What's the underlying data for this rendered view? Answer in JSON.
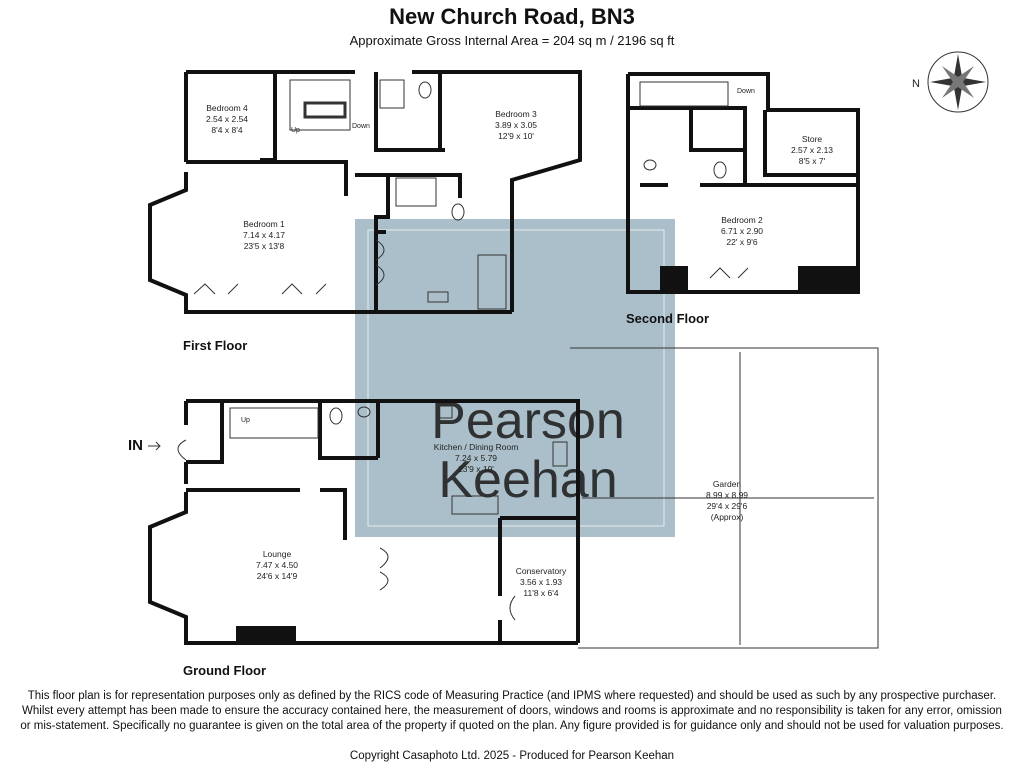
{
  "header": {
    "title": "New Church Road, BN3",
    "subtitle": "Approximate Gross Internal Area = 204 sq m / 2196 sq ft"
  },
  "compass": {
    "label": "N"
  },
  "entrance": {
    "label": "IN"
  },
  "watermark": {
    "line1": "Pearson",
    "line2": "Keehan",
    "color": "#8fa9b8"
  },
  "floors": {
    "first": "First Floor",
    "second": "Second Floor",
    "ground": "Ground Floor"
  },
  "stairs": {
    "up": "Up",
    "down": "Down"
  },
  "rooms": {
    "bedroom4": {
      "name": "Bedroom 4",
      "metric": "2.54 x 2.54",
      "imperial": "8'4 x 8'4"
    },
    "bedroom3": {
      "name": "Bedroom 3",
      "metric": "3.89 x 3.05",
      "imperial": "12'9 x 10'"
    },
    "bedroom1": {
      "name": "Bedroom 1",
      "metric": "7.14 x 4.17",
      "imperial": "23'5 x 13'8"
    },
    "store": {
      "name": "Store",
      "metric": "2.57 x 2.13",
      "imperial": "8'5 x 7'"
    },
    "bedroom2": {
      "name": "Bedroom 2",
      "metric": "6.71 x 2.90",
      "imperial": "22' x 9'6"
    },
    "kitchen": {
      "name": "Kitchen / Dining Room",
      "metric": "7.24 x 5.79",
      "imperial": "23'9 x 19'"
    },
    "lounge": {
      "name": "Lounge",
      "metric": "7.47 x 4.50",
      "imperial": "24'6 x 14'9"
    },
    "conservatory": {
      "name": "Conservatory",
      "metric": "3.56 x 1.93",
      "imperial": "11'8 x 6'4"
    },
    "garden": {
      "name": "Garden",
      "metric": "8.99 x 8.99",
      "imperial": "29'4 x 29'6",
      "note": "(Approx)"
    }
  },
  "footer": {
    "disclaimer": "This floor plan is for representation purposes only as defined by the RICS code of Measuring Practice (and IPMS where requested) and should be used as such by any prospective purchaser. Whilst every attempt has been made to ensure the accuracy contained here, the measurement of doors, windows and rooms is approximate and no responsibility is taken for any error, omission or mis-statement. Specifically no guarantee is given on the total area of the property if quoted on the plan. Any figure provided is for guidance only and should not be used for valuation purposes.",
    "copyright": "Copyright Casaphoto Ltd. 2025 - Produced for Pearson Keehan"
  }
}
